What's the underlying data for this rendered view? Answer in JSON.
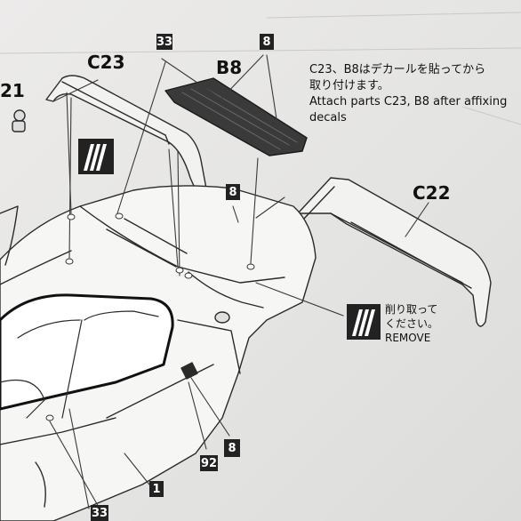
{
  "parts": {
    "c23": "C23",
    "b8": "B8",
    "c22": "C22",
    "part21": "21"
  },
  "markers": {
    "m33_top": "33",
    "m8_top": "8",
    "m8_mid": "8",
    "m8_bottom": "8",
    "m92": "92",
    "m1": "1",
    "m33_bottom": "33"
  },
  "instruction": {
    "jp_line1": "C23、B8はデカールを貼ってから",
    "jp_line2": "取り付けます。",
    "en_line1": "Attach parts C23, B8 after affixing",
    "en_line2": "decals"
  },
  "remove_note": {
    "jp_line1": "削り取って",
    "jp_line2": "ください。",
    "en": "REMOVE"
  },
  "colors": {
    "ink": "#1a1a1a",
    "paper": "#e7e7e5"
  }
}
